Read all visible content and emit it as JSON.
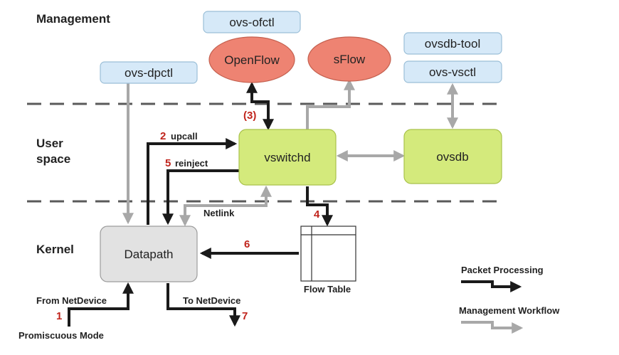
{
  "layers": {
    "management": "Management",
    "user_space_line1": "User",
    "user_space_line2": "space",
    "kernel": "Kernel"
  },
  "tools": {
    "ovs_ofctl": "ovs-ofctl",
    "ovs_dpctl": "ovs-dpctl",
    "ovsdb_tool": "ovsdb-tool",
    "ovs_vsctl": "ovs-vsctl"
  },
  "protocols": {
    "openflow": "OpenFlow",
    "sflow": "sFlow"
  },
  "components": {
    "vswitchd": "vswitchd",
    "ovsdb": "ovsdb",
    "datapath": "Datapath",
    "flow_table": "Flow Table"
  },
  "steps": {
    "s1": "1",
    "s2": "2",
    "s3": "(3)",
    "s4": "4",
    "s5": "5",
    "s6": "6",
    "s7": "7"
  },
  "labels": {
    "upcall": "upcall",
    "reinject": "reinject",
    "netlink": "Netlink",
    "from_netdevice": "From NetDevice",
    "to_netdevice": "To NetDevice",
    "promiscuous_mode": "Promiscuous Mode"
  },
  "legend": {
    "packet_processing": "Packet Processing",
    "management_workflow": "Management Workflow"
  },
  "colors": {
    "tool_fill": "#d6e9f8",
    "protocol_fill": "#ee8372",
    "component_fill": "#d4ea7c",
    "datapath_fill": "#e2e2e2",
    "step_red": "#c0241c",
    "packet_arrow": "#1a1a1a",
    "mgmt_arrow": "#a8a8a8"
  }
}
